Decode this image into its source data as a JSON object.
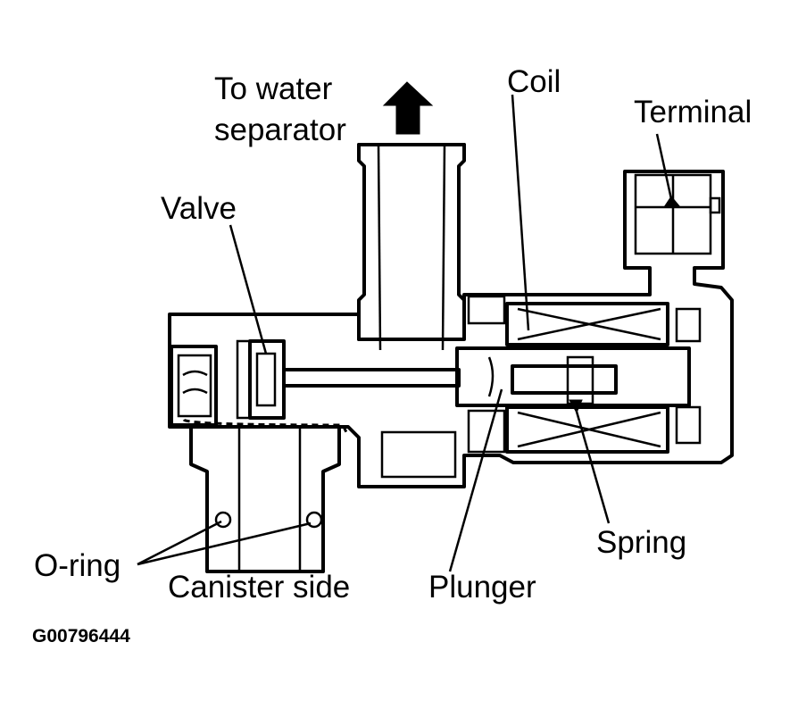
{
  "labels": {
    "to_water": "To water",
    "separator": "separator",
    "coil": "Coil",
    "terminal": "Terminal",
    "valve": "Valve",
    "spring": "Spring",
    "o_ring": "O-ring",
    "canister_side": "Canister side",
    "plunger": "Plunger",
    "figure_id": "G00796444"
  },
  "colors": {
    "ink": "#000000",
    "paper": "#ffffff"
  }
}
